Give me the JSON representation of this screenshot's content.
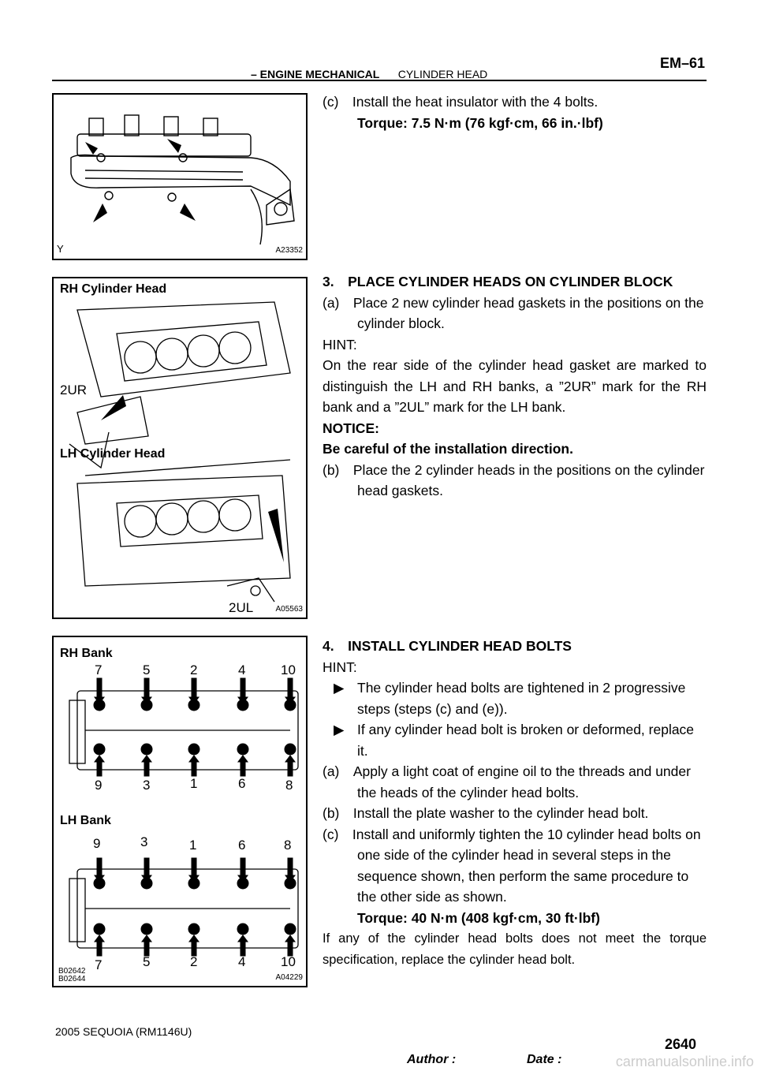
{
  "header": {
    "section": "– ENGINE MECHANICAL",
    "separator": "–",
    "subsection": "CYLINDER HEAD",
    "page_code": "EM–61"
  },
  "figures": {
    "fig1": {
      "code": "A23352",
      "corner_mark": "Y"
    },
    "fig2": {
      "code": "A05563",
      "rh_label": "RH Cylinder Head",
      "lh_label": "LH Cylinder Head",
      "mark_rh": "2UR",
      "mark_lh": "2UL"
    },
    "fig3": {
      "code": "A04229",
      "code_left_1": "B02642",
      "code_left_2": "B02644",
      "rh_label": "RH Bank",
      "lh_label": "LH Bank",
      "rh_top": [
        "7",
        "5",
        "2",
        "4",
        "10"
      ],
      "rh_bottom": [
        "9",
        "3",
        "1",
        "6",
        "8"
      ],
      "lh_top": [
        "9",
        "3",
        "1",
        "6",
        "8"
      ],
      "lh_bottom": [
        "7",
        "5",
        "2",
        "4",
        "10"
      ]
    }
  },
  "content": {
    "step_c_insulator": "(c) Install the heat insulator with the 4 bolts.",
    "torque_insulator": "Torque: 7.5 N·m (76 kgf·cm, 66 in.·lbf)",
    "heading3": "3. PLACE CYLINDER HEADS ON CYLINDER BLOCK",
    "step3a": "(a) Place 2 new cylinder head gaskets in the positions on the cylinder block.",
    "hint3_label": "HINT:",
    "hint3_text": "On the rear side of the cylinder head gasket are marked to distinguish the LH and RH banks, a ”2UR” mark for the RH bank and a ”2UL” mark for the LH bank.",
    "notice_label": "NOTICE:",
    "notice_text": "Be careful of the installation direction.",
    "step3b": "(b) Place the 2 cylinder heads in the positions on the cylinder head gaskets.",
    "heading4": "4. INSTALL CYLINDER HEAD BOLTS",
    "hint4_label": "HINT:",
    "bullet1": "The cylinder head bolts are tightened in 2 progressive steps (steps (c) and (e)).",
    "bullet2": "If any cylinder head bolt is broken or deformed, replace it.",
    "step4a": "(a) Apply a light coat of engine oil to the threads and under the heads of the cylinder head bolts.",
    "step4b": "(b) Install the plate washer to the cylinder head bolt.",
    "step4c": "(c) Install and uniformly tighten the 10 cylinder head bolts on one side of the cylinder head in several steps in the sequence shown, then perform the same procedure to the other side as shown.",
    "torque4": "Torque: 40 N·m (408 kgf·cm, 30 ft·lbf)",
    "final_text": "If any of the cylinder head bolts does not meet the torque specification, replace the cylinder head bolt."
  },
  "footer": {
    "model": "2005 SEQUOIA   (RM1146U)",
    "author": "Author :",
    "date": "Date :",
    "page_number": "2640",
    "watermark": "carmanualsonline.info"
  }
}
